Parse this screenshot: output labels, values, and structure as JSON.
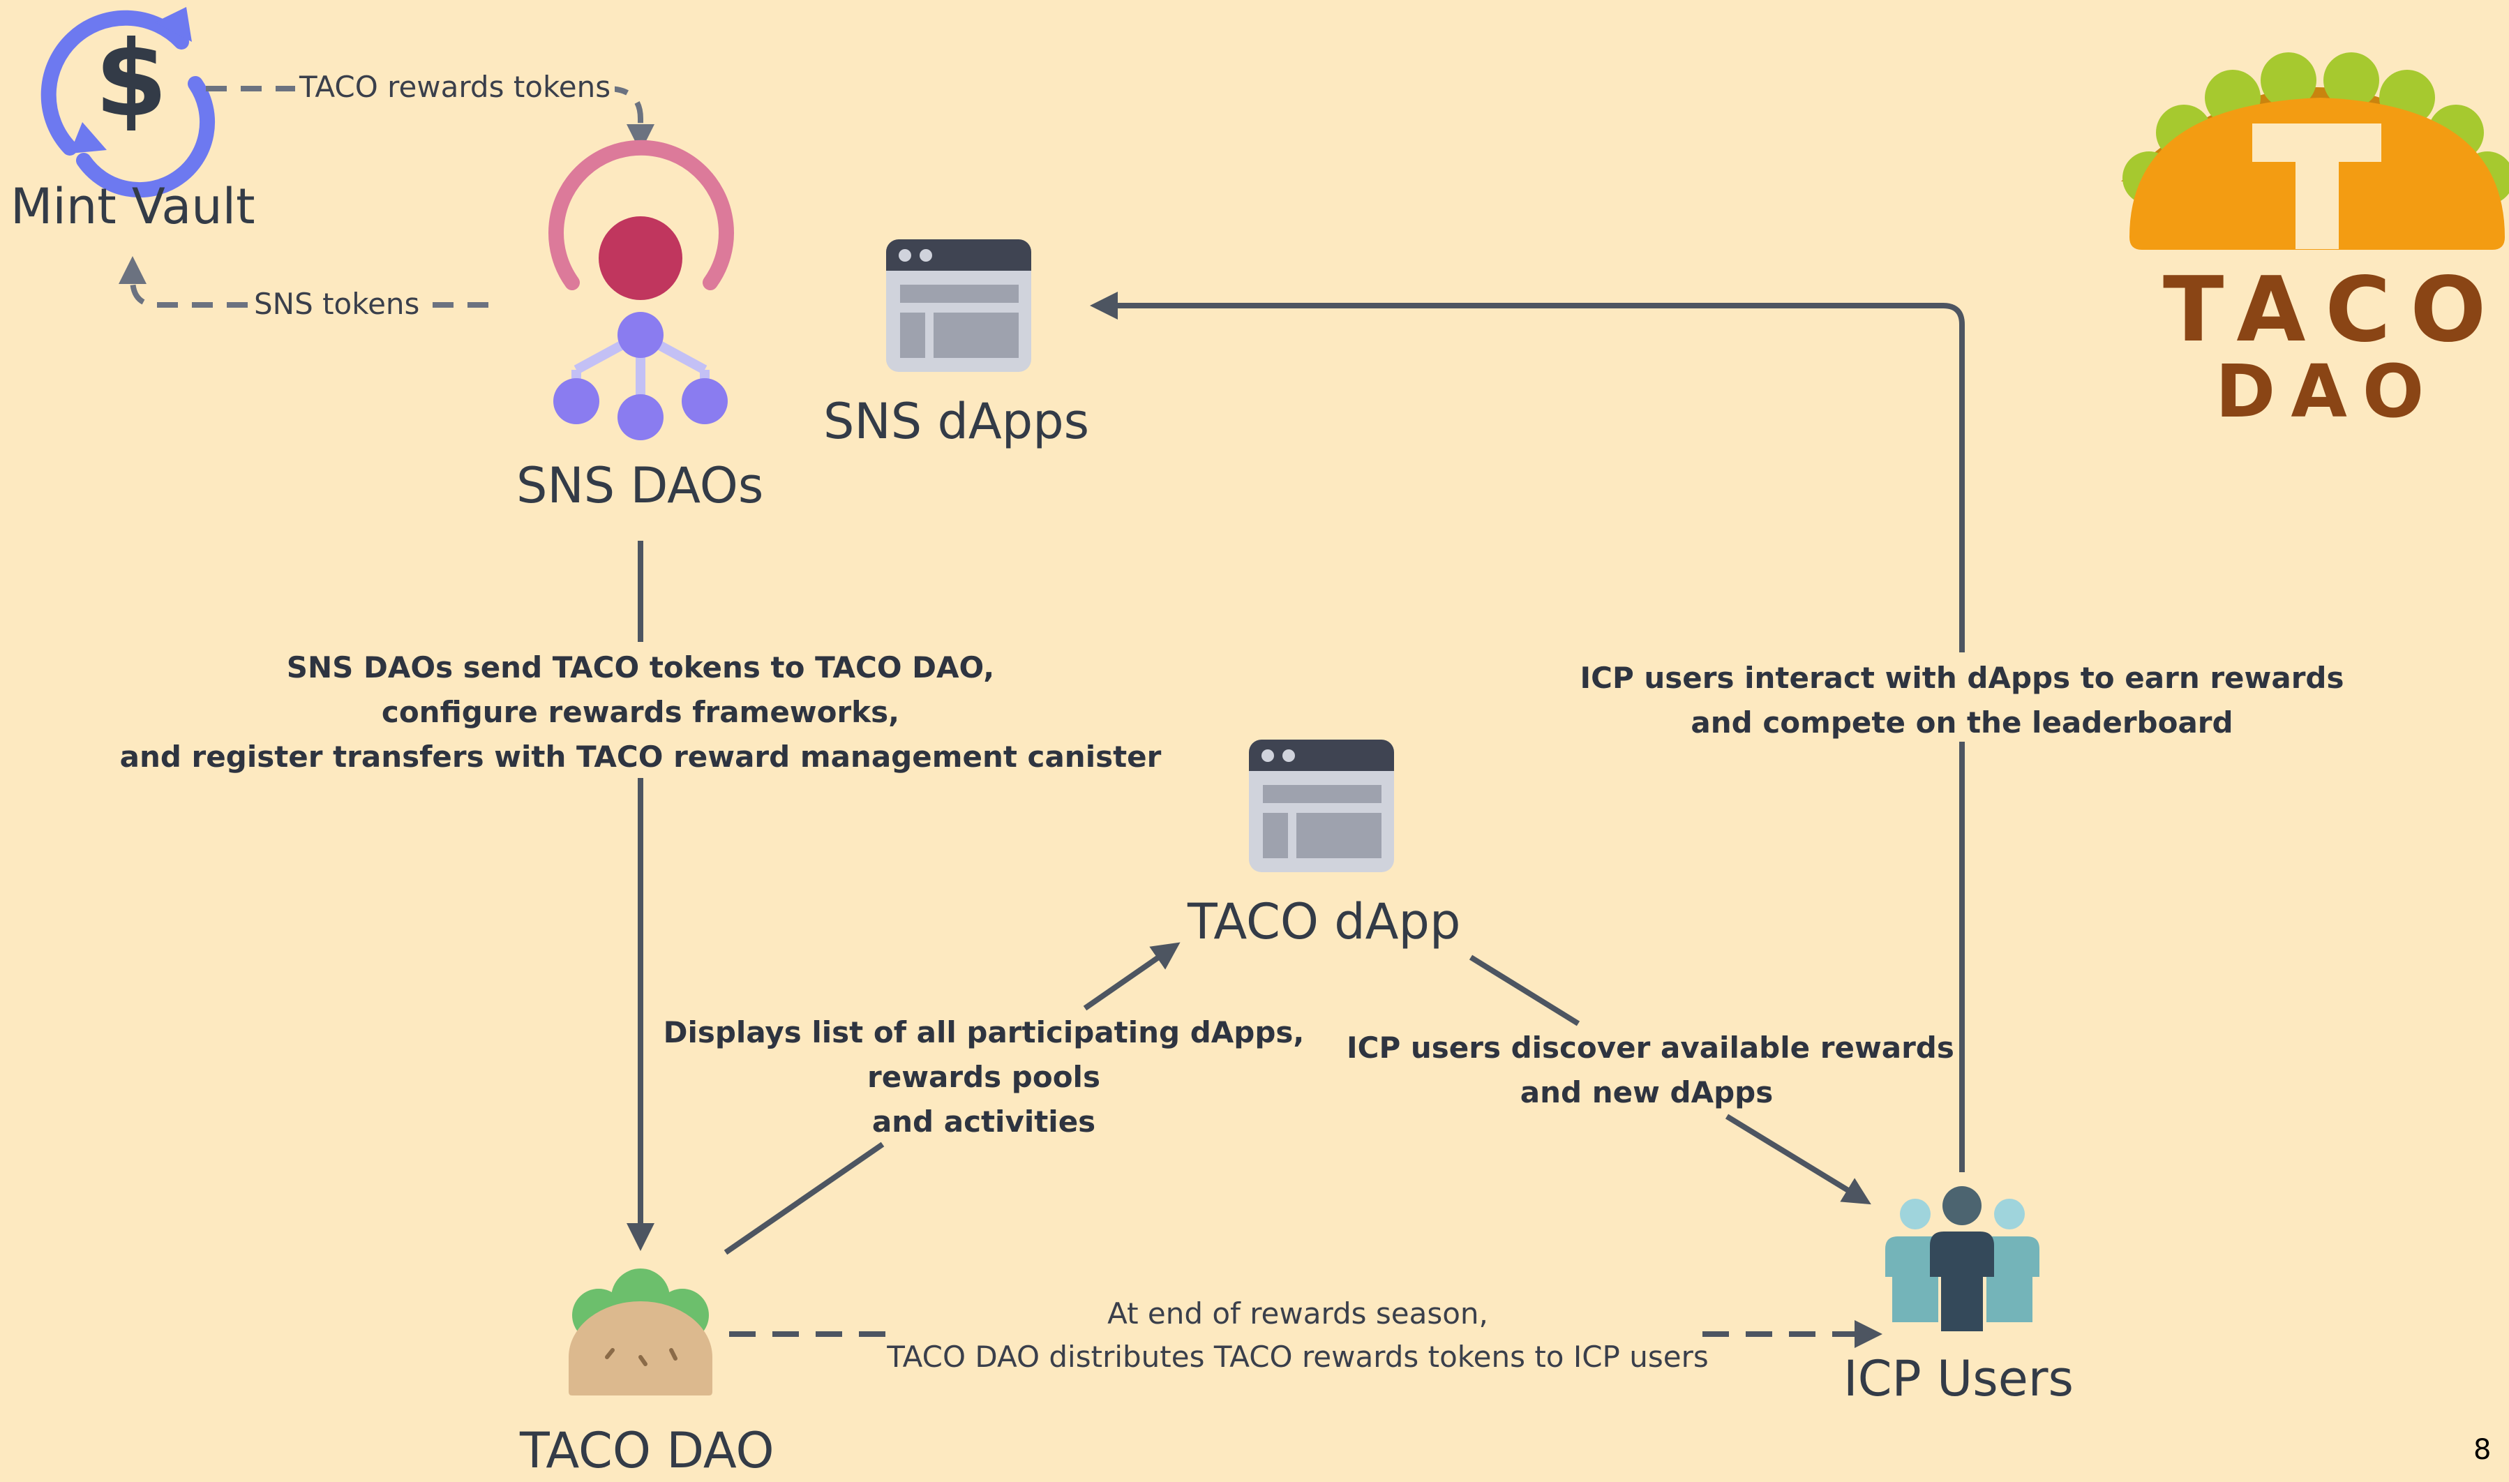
{
  "nodes": {
    "mint_vault": "Mint Vault",
    "sns_daos": "SNS DAOs",
    "sns_dapps": "SNS dApps",
    "taco_dapp": "TACO dApp",
    "taco_dao": "TACO DAO",
    "icp_users": "ICP Users"
  },
  "edges": {
    "taco_rewards_tokens": "TACO rewards tokens",
    "sns_tokens": "SNS tokens",
    "sns_to_taco": [
      "SNS DAOs send TACO tokens to TACO DAO,",
      "configure rewards frameworks,",
      "and register transfers with TACO reward management canister"
    ],
    "taco_dapp_displays": [
      "Displays list of all participating dApps,",
      "rewards pools",
      "and activities"
    ],
    "users_discover": [
      "ICP users discover available rewards",
      "and new dApps"
    ],
    "users_interact": [
      "ICP users interact with dApps to earn rewards",
      "and compete on the leaderboard"
    ],
    "distribution": [
      "At end of rewards season,",
      "TACO DAO distributes TACO rewards tokens to ICP users"
    ]
  },
  "logo": {
    "word1": "TACO",
    "word2": "DAO"
  },
  "page_number": "8",
  "colors": {
    "background": "#fde9c0",
    "line": "#4d5561",
    "dashed": "#6b7280",
    "sns_ring": "#dc7a9a",
    "sns_core": "#c0365e",
    "sns_nodes": "#8a7cf0",
    "vault_arrows": "#6d79f0",
    "logo_brown": "#8a4515",
    "logo_orange": "#f39c12"
  }
}
